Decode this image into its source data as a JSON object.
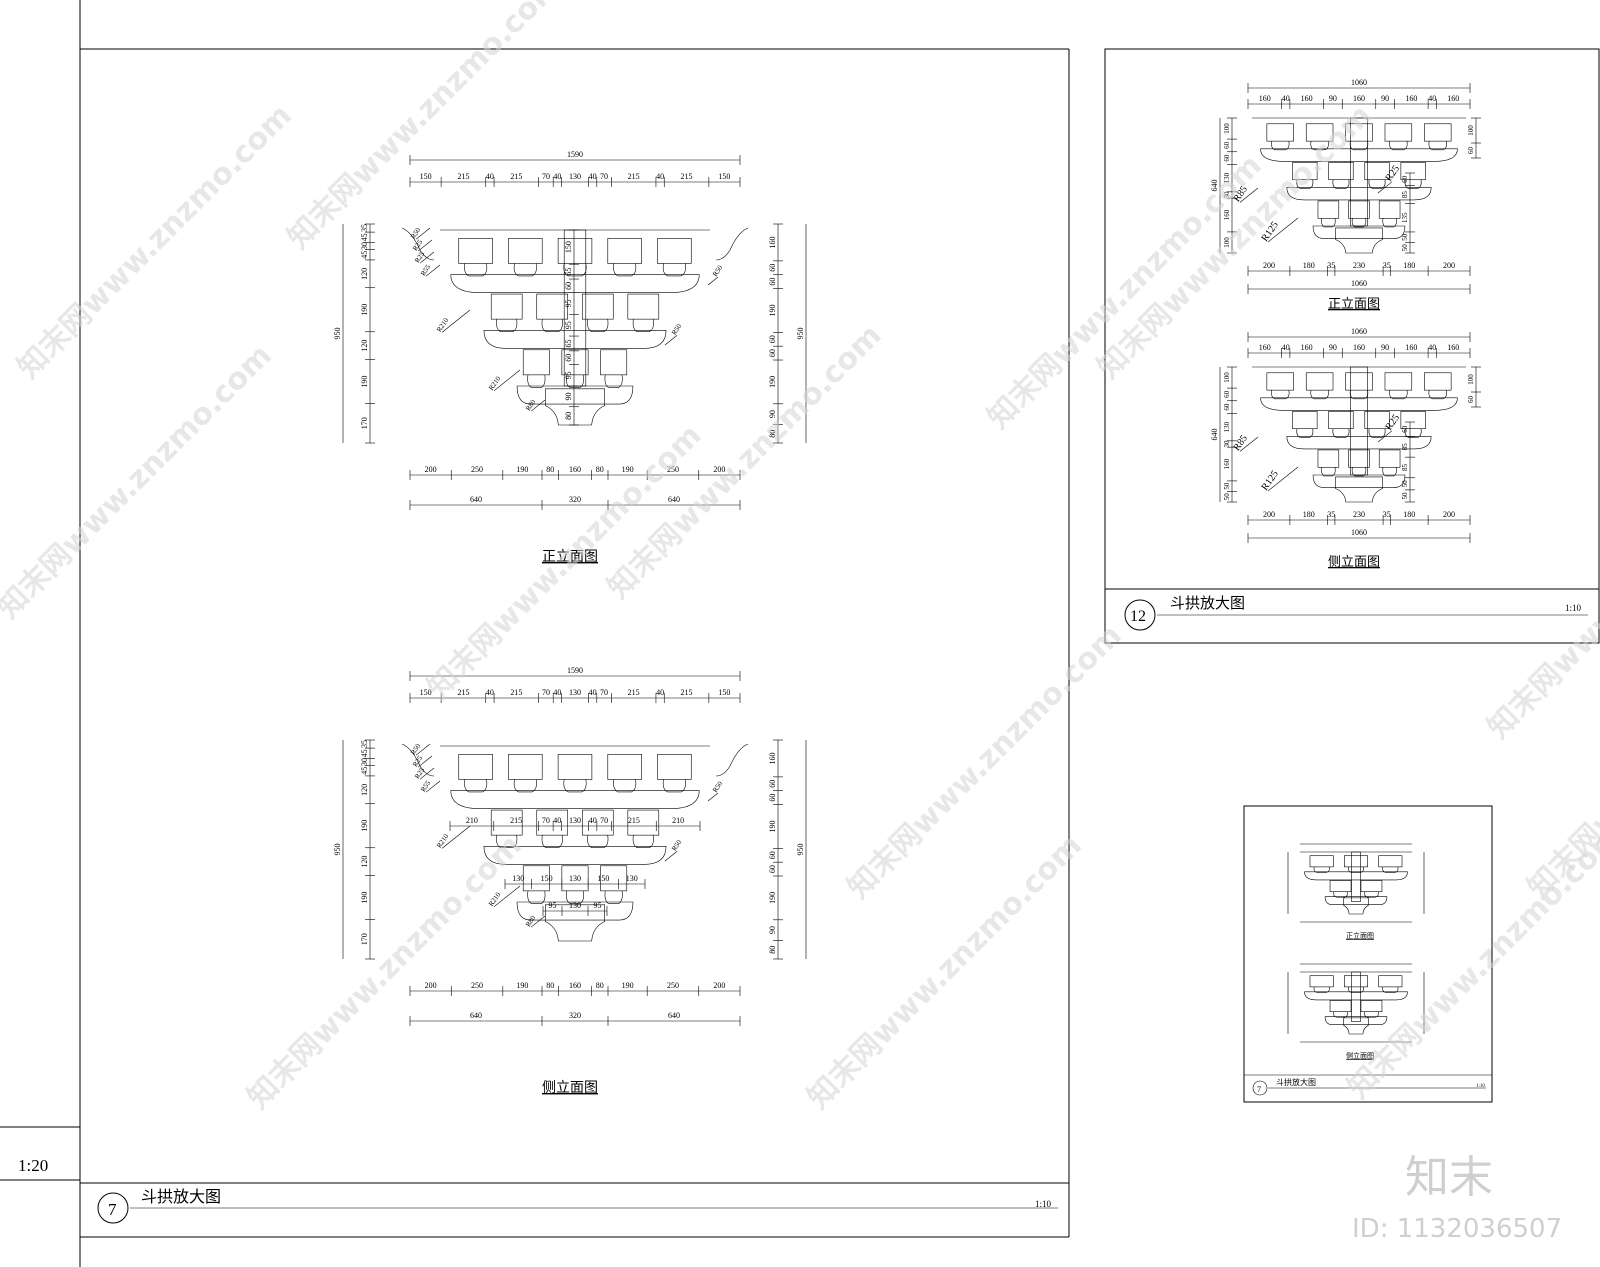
{
  "drawing": {
    "scale_left": "1:20",
    "main_panel": {
      "title_number": "7",
      "title": "斗拱放大图",
      "scale": "1:10",
      "front_view": {
        "caption": "正立面图",
        "top_total": "1590",
        "top_dims": [
          "150",
          "215",
          "40",
          "215",
          "70",
          "40",
          "130",
          "40",
          "70",
          "215",
          "40",
          "215",
          "150"
        ],
        "bottom_dims": [
          "200",
          "250",
          "190",
          "80",
          "160",
          "80",
          "190",
          "250",
          "200"
        ],
        "bottom_totals": [
          "640",
          "320",
          "640"
        ],
        "left_total": "950",
        "left_dims": [
          "35",
          "45",
          "30",
          "45",
          "120",
          "190",
          "120",
          "190",
          "170"
        ],
        "right_total": "950",
        "right_dims": [
          "160",
          "60",
          "60",
          "190",
          "60",
          "60",
          "190",
          "90",
          "80"
        ],
        "center_dims": [
          "150",
          "65",
          "60",
          "95",
          "95",
          "65",
          "60",
          "95",
          "90",
          "80"
        ],
        "radii": [
          "R50",
          "R25",
          "R25",
          "R55",
          "R50",
          "R210",
          "R50",
          "R210",
          "R80"
        ]
      },
      "side_view": {
        "caption": "侧立面图",
        "top_total": "1590",
        "top_dims": [
          "150",
          "215",
          "40",
          "215",
          "70",
          "40",
          "130",
          "40",
          "70",
          "215",
          "40",
          "215",
          "150"
        ],
        "mid_dims_1": [
          "210",
          "215",
          "70",
          "40",
          "130",
          "40",
          "70",
          "215",
          "210"
        ],
        "mid_dims_2": [
          "130",
          "150",
          "130",
          "150",
          "130"
        ],
        "mid_dims_3": [
          "95",
          "130",
          "95"
        ],
        "bottom_dims": [
          "200",
          "250",
          "190",
          "80",
          "160",
          "80",
          "190",
          "250",
          "200"
        ],
        "bottom_totals": [
          "640",
          "320",
          "640"
        ],
        "left_total": "950",
        "left_dims": [
          "35",
          "45",
          "30",
          "45",
          "120",
          "190",
          "120",
          "190",
          "170"
        ],
        "right_total": "950",
        "right_dims": [
          "160",
          "60",
          "60",
          "190",
          "60",
          "60",
          "190",
          "90",
          "80"
        ],
        "radii": [
          "R50",
          "R25",
          "R25",
          "R55",
          "R50",
          "R210",
          "R50",
          "R210",
          "R80"
        ]
      }
    },
    "right_panel": {
      "title_number": "12",
      "title": "斗拱放大图",
      "scale": "1:10",
      "front_view": {
        "caption": "正立面图",
        "top_total": "1060",
        "top_dims": [
          "160",
          "40",
          "160",
          "90",
          "160",
          "90",
          "160",
          "40",
          "160"
        ],
        "bottom_dims": [
          "200",
          "180",
          "35",
          "230",
          "35",
          "180",
          "200"
        ],
        "bottom_total": "1060",
        "left_total": "640",
        "left_dims": [
          "100",
          "60",
          "60",
          "130",
          "30",
          "160",
          "100"
        ],
        "right_dims": [
          "100",
          "60",
          "60",
          "85",
          "135",
          "50",
          "50"
        ],
        "radii": [
          "R85",
          "R25",
          "R125"
        ]
      },
      "side_view": {
        "caption": "侧立面图",
        "top_total": "1060",
        "top_dims": [
          "160",
          "40",
          "160",
          "90",
          "160",
          "90",
          "160",
          "40",
          "160"
        ],
        "bottom_dims": [
          "200",
          "180",
          "35",
          "230",
          "35",
          "180",
          "200"
        ],
        "bottom_total": "1060",
        "left_total": "640",
        "left_dims": [
          "100",
          "60",
          "60",
          "130",
          "30",
          "160",
          "50",
          "50"
        ],
        "right_dims": [
          "100",
          "60",
          "60",
          "85",
          "85",
          "50",
          "50"
        ],
        "radii": [
          "R85",
          "R25",
          "R125"
        ]
      }
    },
    "thumb_panel": {
      "title_number": "7",
      "title": "斗拱放大图",
      "scale": "1:10",
      "front_caption": "正立面图",
      "side_caption": "侧立面图"
    },
    "watermark_text": "知末网www.znzmo.com",
    "brand": {
      "logo": "知末",
      "id": "ID: 1132036507"
    }
  }
}
